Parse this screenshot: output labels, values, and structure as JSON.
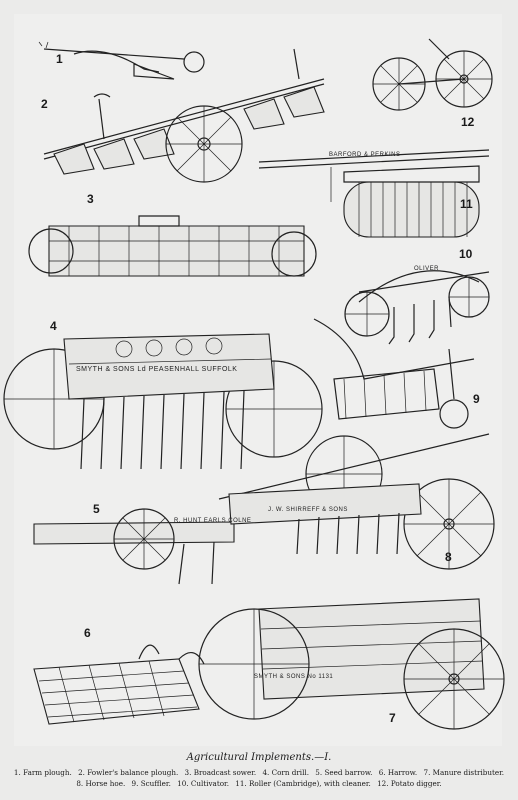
{
  "page": {
    "caption": "Agricultural Implements.—I.",
    "figure_numbers": [
      "1",
      "2",
      "3",
      "4",
      "5",
      "6",
      "7",
      "8",
      "9",
      "10",
      "11",
      "12"
    ],
    "plate_texts": {
      "fig4": "SMYTH & SONS Ld PEASENHALL SUFFOLK",
      "fig5": "R. HUNT EARLS COLNE",
      "fig7": "SMYTH & SONS   No 1131",
      "fig8": "J. W. SHIRREFF & SONS",
      "fig11": "BARFORD & PERKINS",
      "fig10": "OLIVER"
    },
    "legend_line1": [
      "1. Farm plough.",
      "2. Fowler's balance plough.",
      "3. Broadcast sower.",
      "4. Corn drill.",
      "5. Seed barrow.",
      "6. Harrow.",
      "7. Manure distributer."
    ],
    "legend_line2": [
      "8. Horse hoe.",
      "9. Scuffler.",
      "10. Cultivator.",
      "11. Roller (Cambridge), with cleaner.",
      "12. Potato digger."
    ]
  }
}
